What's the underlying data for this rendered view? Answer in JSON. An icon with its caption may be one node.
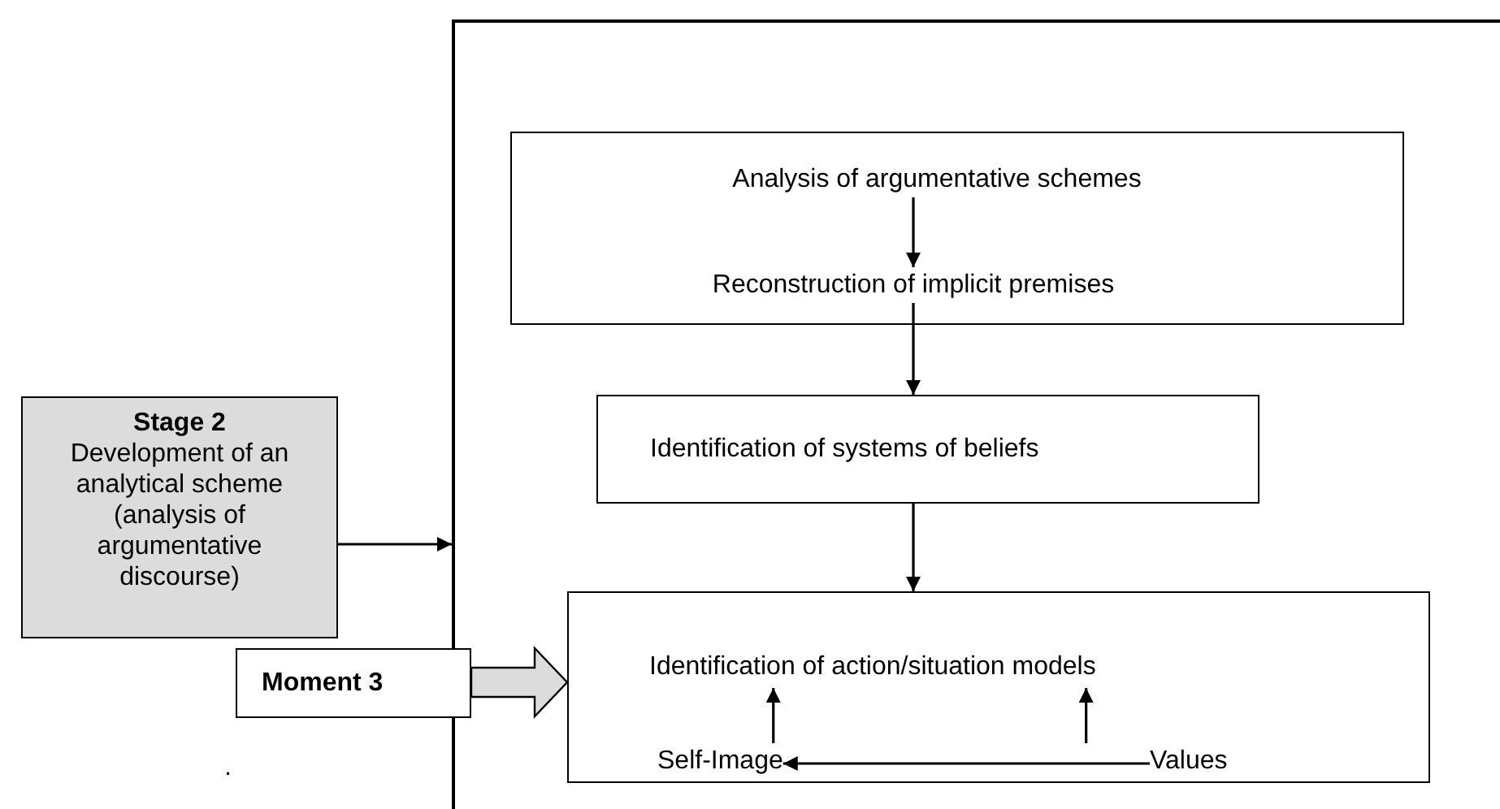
{
  "diagram": {
    "nodes": [
      {
        "text": [],
        "shape": "box"
      },
      {
        "text": [],
        "shape": "box",
        "in": 0
      },
      {
        "text": [
          "Analysis of argumentative schemes"
        ],
        "in": 1
      },
      {
        "text": [
          "Reconstruction of implicit premises"
        ],
        "in": 1
      },
      {
        "text": [
          "Identification of systems of beliefs"
        ],
        "in": 0
      },
      {
        "text": [],
        "shape": "box",
        "in": 0
      },
      {
        "text": [
          "Identification of action/situation models"
        ],
        "in": 5
      },
      {
        "text": [
          "Self-Image"
        ],
        "in": 5
      },
      {
        "text": [
          "Values"
        ],
        "in": 5
      },
      {
        "text": [
          "Stage 2",
          "Development of an analytical scheme (analysis of argumentative discourse)"
        ]
      },
      {
        "text": [
          "Moment 3"
        ]
      }
    ],
    "edges": [
      {
        "from": 2,
        "to": 3,
        "arrow": "to"
      },
      {
        "from": 3,
        "to": 4,
        "arrow": "to"
      },
      {
        "from": 4,
        "to": 5,
        "arrow": "to"
      },
      {
        "from": 9,
        "to": 0,
        "arrow": "to"
      },
      {
        "from": 10,
        "to": 5,
        "arrow": "to",
        "style": "thick"
      },
      {
        "from": 7,
        "to": 6,
        "arrow": "to"
      },
      {
        "from": 8,
        "to": 6,
        "arrow": "to"
      },
      {
        "from": 8,
        "to": 7,
        "arrow": "to"
      }
    ],
    "labels": [
      "."
    ]
  }
}
